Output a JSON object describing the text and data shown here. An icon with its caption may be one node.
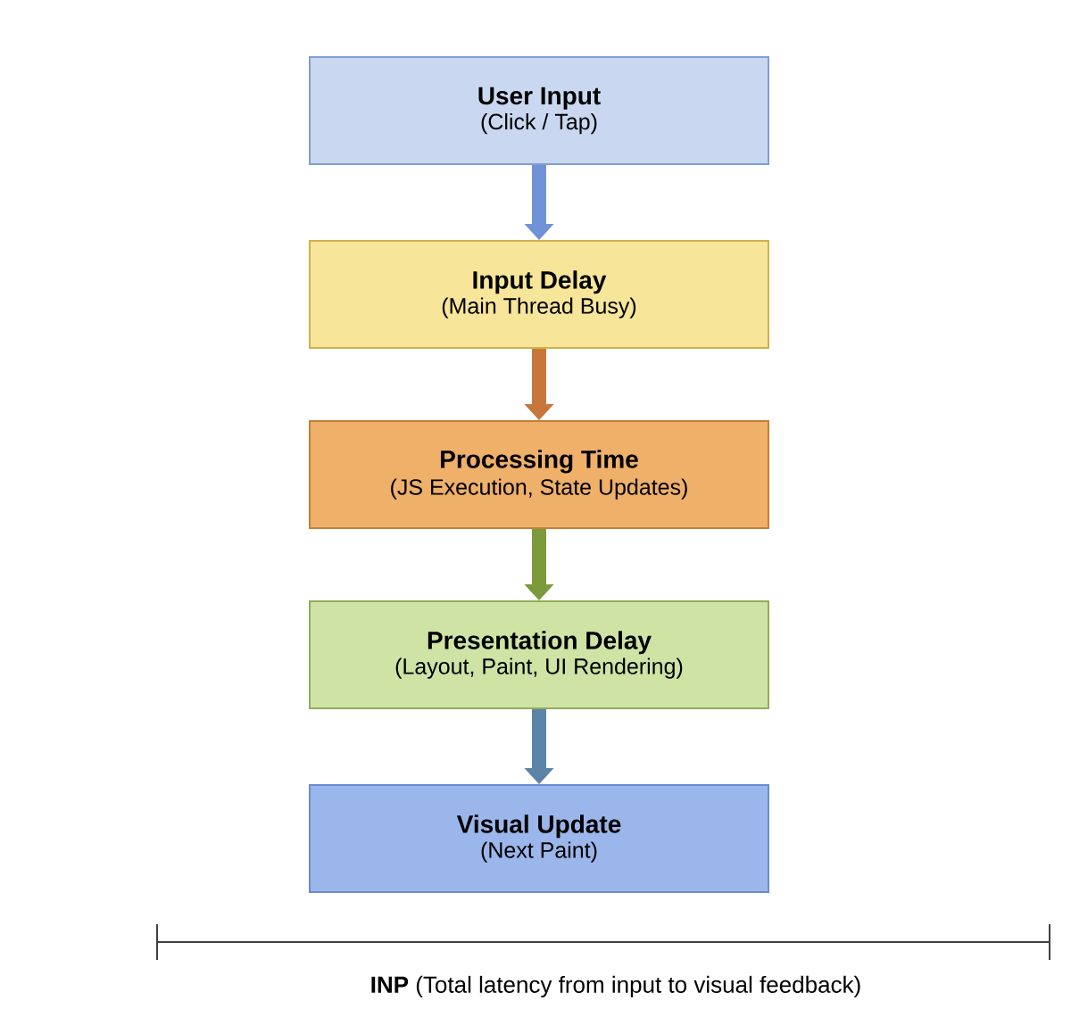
{
  "diagram": {
    "nodes": [
      {
        "text": [
          "User Input",
          "(Click / Tap)"
        ]
      },
      {
        "text": [
          "Input Delay",
          "(Main Thread Busy)"
        ]
      },
      {
        "text": [
          "Processing Time",
          "(JS Execution, State Updates)"
        ]
      },
      {
        "text": [
          "Presentation Delay",
          "(Layout, Paint, UI Rendering)"
        ]
      },
      {
        "text": [
          "Visual Update",
          "(Next Paint)"
        ]
      }
    ],
    "edges": [
      {
        "from": 0,
        "to": 1,
        "arrow": "to",
        "color": "#6f93d6"
      },
      {
        "from": 1,
        "to": 2,
        "arrow": "to",
        "color": "#c8773a"
      },
      {
        "from": 2,
        "to": 3,
        "arrow": "to",
        "color": "#7a9a3c"
      },
      {
        "from": 3,
        "to": 4,
        "arrow": "to",
        "color": "#5b84a8"
      }
    ],
    "labels": [
      "**INP** (Total latency from input to visual feedback)"
    ]
  }
}
